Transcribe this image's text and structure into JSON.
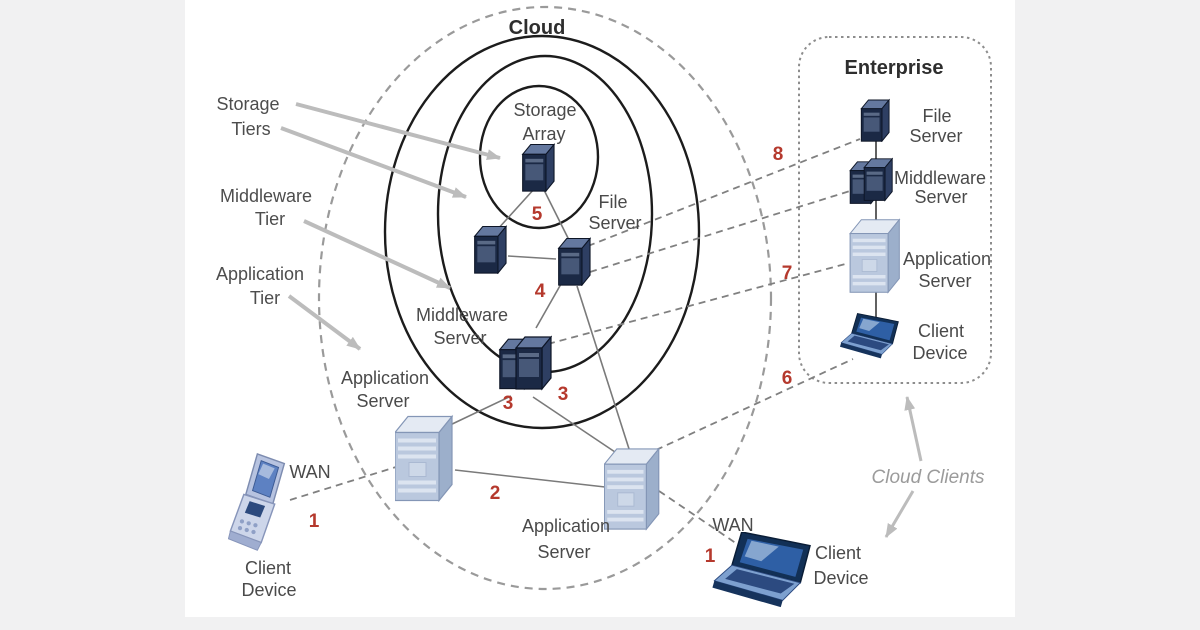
{
  "cloud": {
    "title": "Cloud"
  },
  "tier_labels": {
    "storage": [
      "Storage",
      "Tiers"
    ],
    "middleware": [
      "Middleware",
      "Tier"
    ],
    "application": [
      "Application",
      "Tier"
    ]
  },
  "cloud_nodes": {
    "storage_array": [
      "Storage",
      "Array"
    ],
    "file_server": [
      "File",
      "Server"
    ],
    "middleware_server": [
      "Middleware",
      "Server"
    ],
    "app_server_left": [
      "Application",
      "Server"
    ],
    "app_server_bottom": [
      "Application",
      "Server"
    ]
  },
  "wan": {
    "left": "WAN",
    "right": "WAN"
  },
  "clients": {
    "phone": [
      "Client",
      "Device"
    ],
    "laptop": [
      "Client",
      "Device"
    ]
  },
  "enterprise": {
    "title": "Enterprise",
    "file_server": [
      "File",
      "Server"
    ],
    "middleware_server": [
      "Middleware",
      "Server"
    ],
    "application_server": [
      "Application",
      "Server"
    ],
    "client_device": [
      "Client",
      "Device"
    ]
  },
  "annotations": {
    "cloud_clients": "Cloud Clients"
  },
  "link_numbers": {
    "n1_left": "1",
    "n1_right": "1",
    "n2": "2",
    "n3_left": "3",
    "n3_right": "3",
    "n4": "4",
    "n5": "5",
    "n6": "6",
    "n7": "7",
    "n8": "8"
  },
  "colors": {
    "background_bars": "#f1f1f2",
    "panel": "#ffffff",
    "ellipse_stroke": "#1c1c1c",
    "dashed_stroke": "#8d8d8d",
    "link_number_red": "#b5392d",
    "annotation_gray": "#bcbcbc",
    "server_dark_navy": "#1b2945",
    "server_light_blue": "#bac8de",
    "laptop_blue": "#2e5fa5"
  }
}
